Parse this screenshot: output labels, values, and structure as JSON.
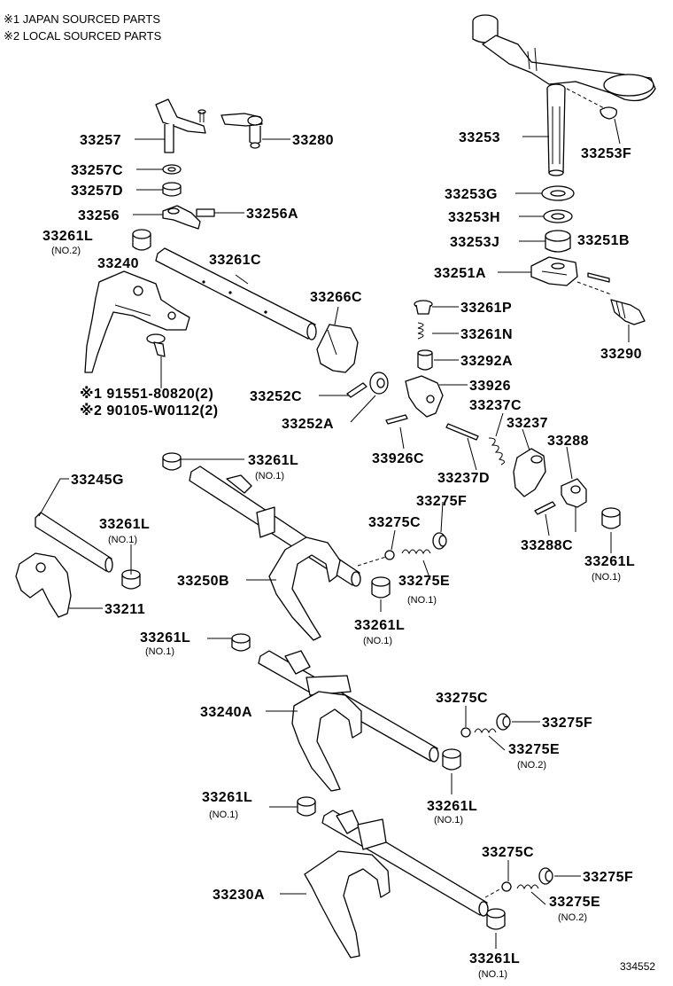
{
  "notes": [
    "※1 JAPAN SOURCED PARTS",
    "※2 LOCAL SOURCED PARTS"
  ],
  "callouts": [
    {
      "id": "c01",
      "text": "33257"
    },
    {
      "id": "c02",
      "text": "33280"
    },
    {
      "id": "c03",
      "text": "33257C"
    },
    {
      "id": "c04",
      "text": "33257D"
    },
    {
      "id": "c05",
      "text": "33256"
    },
    {
      "id": "c06",
      "text": "33256A"
    },
    {
      "id": "c07",
      "text": "33261L"
    },
    {
      "id": "c08",
      "text": "33240"
    },
    {
      "id": "c09",
      "text": "33261C"
    },
    {
      "id": "c10",
      "text": "33266C"
    },
    {
      "id": "c11",
      "text": "※1 91551-80820(2)"
    },
    {
      "id": "c12",
      "text": "※2 90105-W0112(2)"
    },
    {
      "id": "c13",
      "text": "33252C"
    },
    {
      "id": "c14",
      "text": "33252A"
    },
    {
      "id": "c15",
      "text": "33253"
    },
    {
      "id": "c16",
      "text": "33253F"
    },
    {
      "id": "c17",
      "text": "33253G"
    },
    {
      "id": "c18",
      "text": "33253H"
    },
    {
      "id": "c19",
      "text": "33253J"
    },
    {
      "id": "c20",
      "text": "33251B"
    },
    {
      "id": "c21",
      "text": "33251A"
    },
    {
      "id": "c22",
      "text": "33261P"
    },
    {
      "id": "c23",
      "text": "33261N"
    },
    {
      "id": "c24",
      "text": "33292A"
    },
    {
      "id": "c25",
      "text": "33290"
    },
    {
      "id": "c26",
      "text": "33926"
    },
    {
      "id": "c27",
      "text": "33237C"
    },
    {
      "id": "c28",
      "text": "33237"
    },
    {
      "id": "c29",
      "text": "33288"
    },
    {
      "id": "c30",
      "text": "33926C"
    },
    {
      "id": "c31",
      "text": "33237D"
    },
    {
      "id": "c32",
      "text": "33261L"
    },
    {
      "id": "c33",
      "text": "33245G"
    },
    {
      "id": "c34",
      "text": "33261L"
    },
    {
      "id": "c35",
      "text": "33275F"
    },
    {
      "id": "c36",
      "text": "33275C"
    },
    {
      "id": "c37",
      "text": "33250B"
    },
    {
      "id": "c38",
      "text": "33275E"
    },
    {
      "id": "c39",
      "text": "33261L"
    },
    {
      "id": "c40",
      "text": "33211"
    },
    {
      "id": "c41",
      "text": "33288C"
    },
    {
      "id": "c42",
      "text": "33261L"
    },
    {
      "id": "c43",
      "text": "33261L"
    },
    {
      "id": "c44",
      "text": "33275C"
    },
    {
      "id": "c45",
      "text": "33240A"
    },
    {
      "id": "c46",
      "text": "33275F"
    },
    {
      "id": "c47",
      "text": "33275E"
    },
    {
      "id": "c48",
      "text": "33261L"
    },
    {
      "id": "c49",
      "text": "33261L"
    },
    {
      "id": "c50",
      "text": "33275C"
    },
    {
      "id": "c51",
      "text": "33230A"
    },
    {
      "id": "c52",
      "text": "33275F"
    },
    {
      "id": "c53",
      "text": "33275E"
    },
    {
      "id": "c54",
      "text": "33261L"
    }
  ],
  "sublabels": [
    {
      "id": "s01",
      "text": "(NO.2)"
    },
    {
      "id": "s02",
      "text": "(NO.1)"
    },
    {
      "id": "s03",
      "text": "(NO.1)"
    },
    {
      "id": "s04",
      "text": "(NO.1)"
    },
    {
      "id": "s05",
      "text": "(NO.1)"
    },
    {
      "id": "s06",
      "text": "(NO.1)"
    },
    {
      "id": "s07",
      "text": "(NO.1)"
    },
    {
      "id": "s08",
      "text": "(NO.2)"
    },
    {
      "id": "s09",
      "text": "(NO.1)"
    },
    {
      "id": "s10",
      "text": "(NO.1)"
    },
    {
      "id": "s11",
      "text": "(NO.2)"
    },
    {
      "id": "s12",
      "text": "(NO.1)"
    }
  ],
  "reference_number": "334552"
}
